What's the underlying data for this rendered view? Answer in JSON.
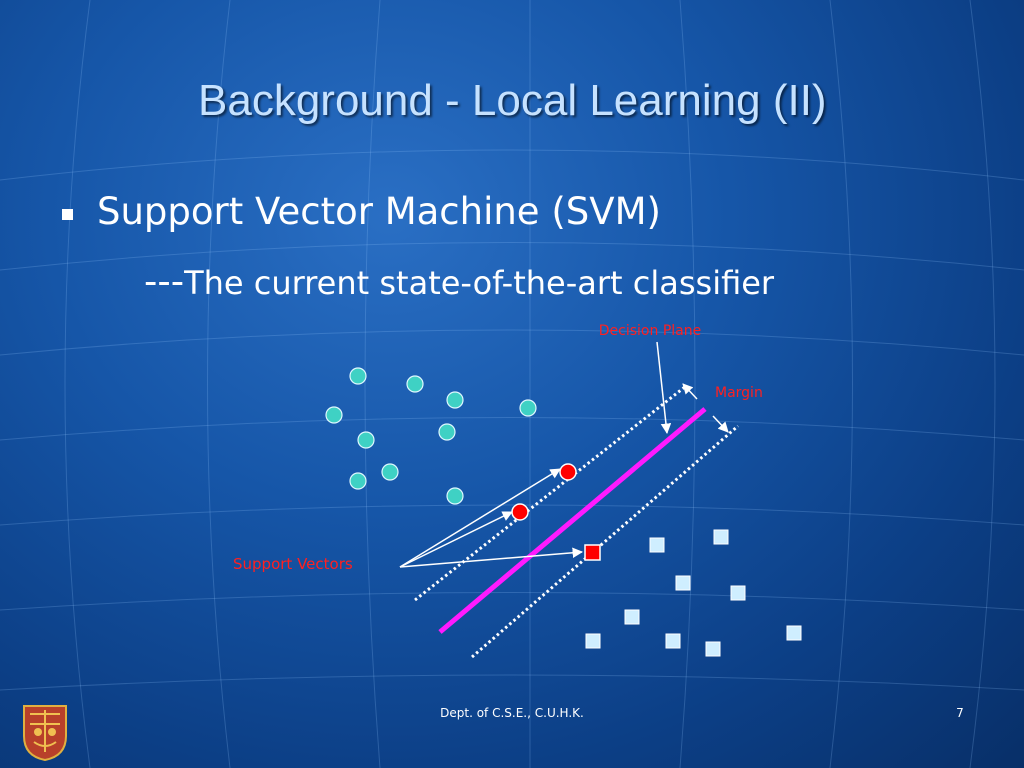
{
  "slide": {
    "title": "Background - Local Learning (II)",
    "bullet": "Support Vector Machine (SVM)",
    "sub_prefix": "---",
    "sub_text": "The current state-of-the-art classifier"
  },
  "diagram": {
    "labels": {
      "decision_plane": "Decision Plane",
      "margin": "Margin",
      "support_vectors": "Support Vectors"
    }
  },
  "footer": {
    "dept": "Dept. of C.S.E., C.U.H.K.",
    "page": "7"
  },
  "colors": {
    "background": "#1656a8",
    "title": "#c6e2ff",
    "text": "#ffffff",
    "decision_line": "#ff1aff",
    "label_red": "#ff2020",
    "class_a": "#3fd1c4",
    "class_b": "#cfeeff",
    "support_vector_fill": "#ff0000"
  }
}
